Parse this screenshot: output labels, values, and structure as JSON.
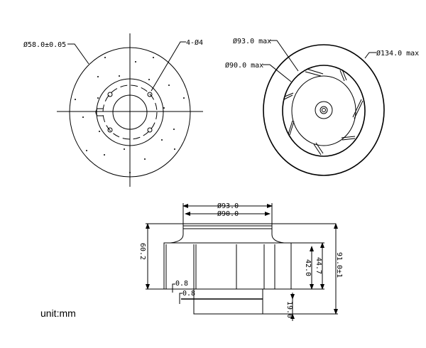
{
  "front_view": {
    "outer_diameter_label": "Ø58.0±0.05",
    "holes_label": "4-Ø4"
  },
  "rear_view": {
    "d93_label": "Ø93.0 max",
    "d90_label": "Ø90.0 max",
    "d134_label": "Ø134.0 max"
  },
  "side_view": {
    "d93_label": "Ø93.0",
    "d90_label": "Ø90.0",
    "h60_label": "60.2",
    "h91_label": "91.0±1",
    "h44_label": "44.7",
    "h42_label": "42.0",
    "h19_label": "19.0",
    "gap1_label": "0.8",
    "gap2_label": "0.8"
  },
  "unit_label": "unit:mm"
}
